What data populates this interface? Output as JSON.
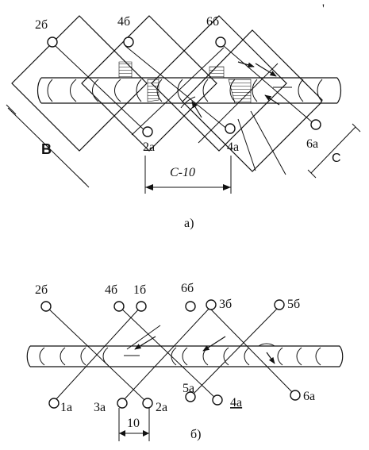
{
  "figure_a": {
    "caption": "а)",
    "node_labels": {
      "n2b": "2б",
      "n4b": "4б",
      "n6b": "6б",
      "n2a": "2а",
      "n4a": "4а",
      "n6a": "6а"
    },
    "dim_B": "B",
    "dim_C": "C",
    "dim_C10": "С-10",
    "tick_mark": "'"
  },
  "figure_b": {
    "caption": "б)",
    "node_labels": {
      "n2b": "2б",
      "n4b": "4б",
      "n1b": "1б",
      "n6b": "6б",
      "n3b": "3б",
      "n5b": "5б",
      "n1a": "1а",
      "n3a": "3а",
      "n2a": "2а",
      "n5a": "5а",
      "n4a": "4а",
      "n6a": "6а"
    },
    "dim_10": "10"
  },
  "colors": {
    "ink": "#111111",
    "paper": "#ffffff"
  }
}
